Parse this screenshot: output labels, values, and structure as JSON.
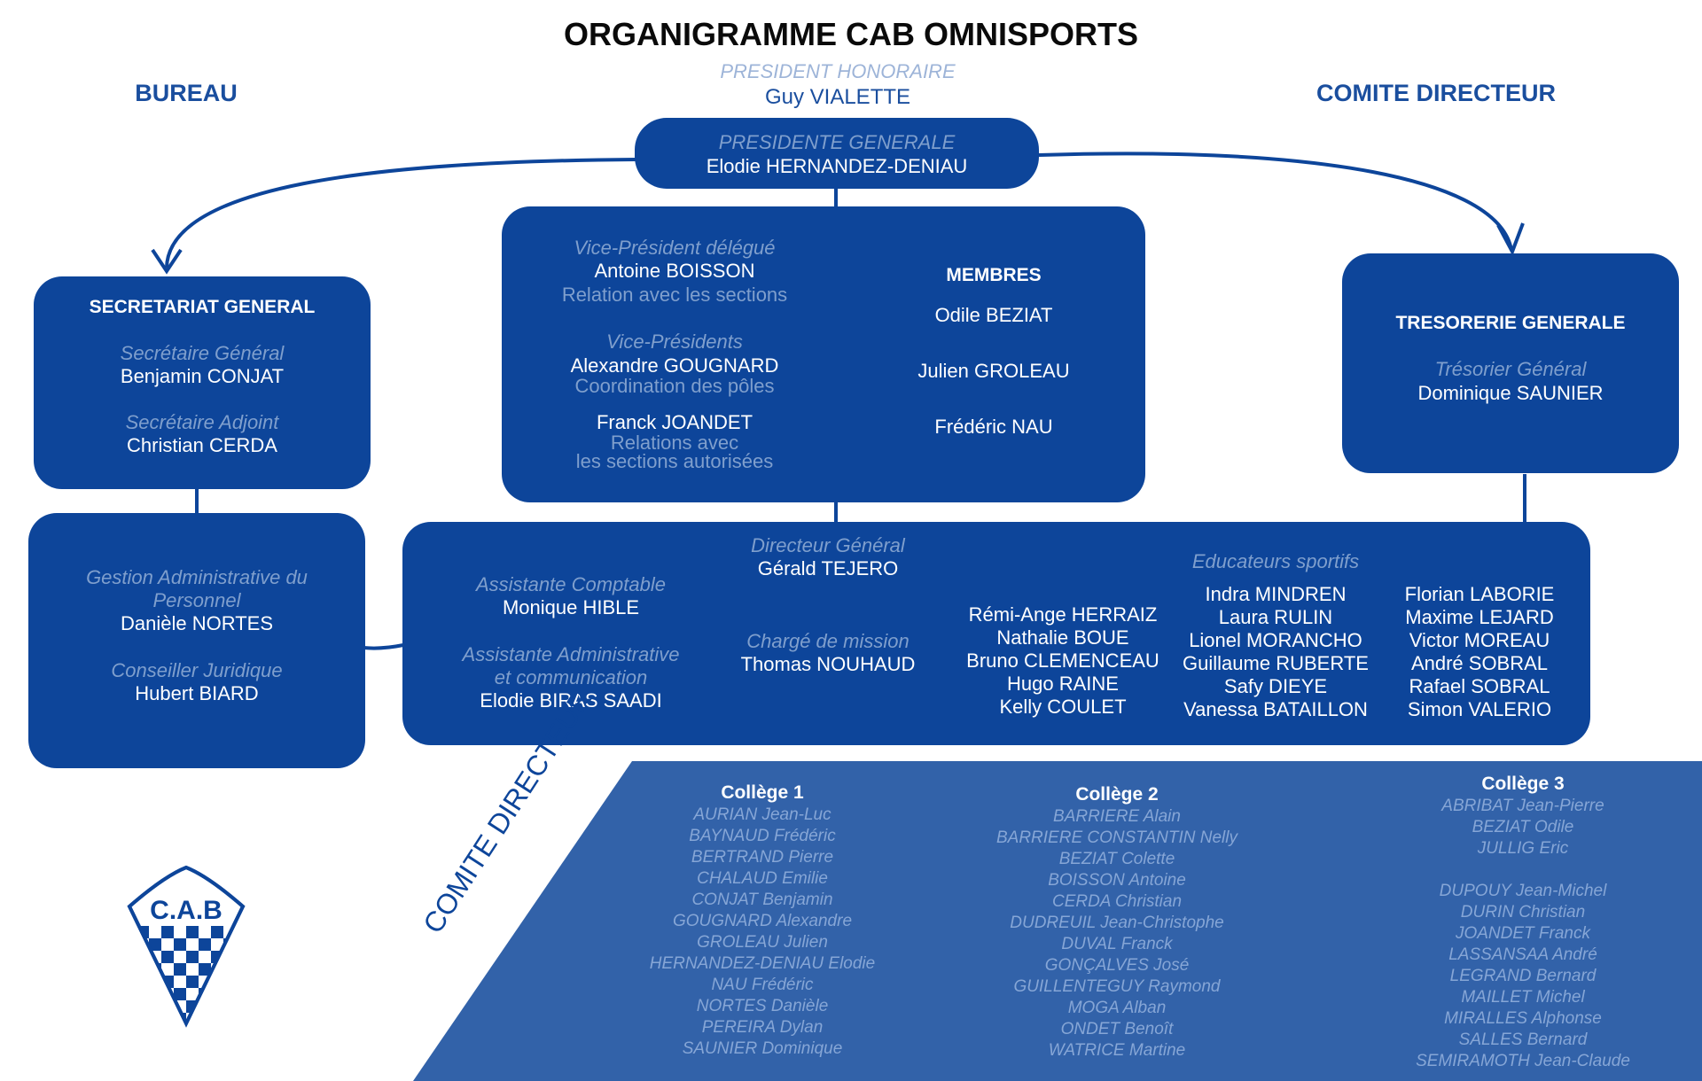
{
  "title": "ORGANIGRAMME CAB OMNISPORTS",
  "bureau_label": "BUREAU",
  "comite_label": "COMITE DIRECTEUR",
  "honorary": {
    "role": "PRESIDENT HONORAIRE",
    "name": "Guy VIALETTE"
  },
  "president": {
    "role": "PRESIDENTE GENERALE",
    "name": "Elodie HERNANDEZ-DENIAU"
  },
  "secretariat": {
    "title": "SECRETARIAT GENERAL",
    "role1": "Secrétaire Général",
    "name1": "Benjamin CONJAT",
    "role2": "Secrétaire Adjoint",
    "name2": "Christian CERDA"
  },
  "vice": {
    "role1": "Vice-Président délégué",
    "name1": "Antoine BOISSON",
    "sub1": "Relation avec les sections",
    "role2": "Vice-Présidents",
    "name2": "Alexandre GOUGNARD",
    "sub2": "Coordination des pôles",
    "name3": "Franck JOANDET",
    "sub3a": "Relations avec",
    "sub3b": "les sections autorisées",
    "members_title": "MEMBRES",
    "members": [
      "Odile BEZIAT",
      "Julien GROLEAU",
      "Frédéric NAU"
    ]
  },
  "tresorerie": {
    "title": "TRESORERIE GENERALE",
    "role": "Trésorier Général",
    "name": "Dominique SAUNIER"
  },
  "admin": {
    "role1a": "Gestion Administrative du",
    "role1b": "Personnel",
    "name1": "Danièle NORTES",
    "role2": "Conseiller Juridique",
    "name2": "Hubert BIARD"
  },
  "staff": {
    "compta_role": "Assistante Comptable",
    "compta_name": "Monique HIBLE",
    "admin_role_a": "Assistante Administrative",
    "admin_role_b": "et communication",
    "admin_name": "Elodie BIRAS SAADI",
    "dg_role": "Directeur Général",
    "dg_name": "Gérald TEJERO",
    "mission_role": "Chargé de mission",
    "mission_name": "Thomas NOUHAUD",
    "group1": [
      "Rémi-Ange HERRAIZ",
      "Nathalie BOUE",
      "Bruno CLEMENCEAU",
      "Hugo RAINE",
      "Kelly COULET"
    ],
    "educ_role": "Educateurs sportifs",
    "group2": [
      "Indra MINDREN",
      "Laura RULIN",
      "Lionel MORANCHO",
      "Guillaume RUBERTE",
      "Safy DIEYE",
      "Vanessa BATAILLON"
    ],
    "group3": [
      "Florian LABORIE",
      "Maxime LEJARD",
      "Victor MOREAU",
      "André SOBRAL",
      "Rafael SOBRAL",
      "Simon VALERIO"
    ]
  },
  "comite": {
    "label": "COMITE DIRECTEUR",
    "college1": {
      "title": "Collège 1",
      "members": [
        "AURIAN Jean-Luc",
        "BAYNAUD Frédéric",
        "BERTRAND Pierre",
        "CHALAUD Emilie",
        "CONJAT Benjamin",
        "GOUGNARD Alexandre",
        "GROLEAU Julien",
        "HERNANDEZ-DENIAU Elodie",
        "NAU Frédéric",
        "NORTES Danièle",
        "PEREIRA Dylan",
        "SAUNIER Dominique"
      ]
    },
    "college2": {
      "title": "Collège 2",
      "members": [
        "BARRIERE Alain",
        "BARRIERE CONSTANTIN Nelly",
        "BEZIAT Colette",
        "BOISSON Antoine",
        "CERDA Christian",
        "DUDREUIL Jean-Christophe",
        "DUVAL Franck",
        "GONÇALVES José",
        "GUILLENTEGUY Raymond",
        "MOGA Alban",
        "ONDET Benoît",
        "WATRICE Martine"
      ]
    },
    "college3": {
      "title": "Collège 3",
      "members": [
        "ABRIBAT Jean-Pierre",
        "BEZIAT Odile",
        "JULLIG Eric",
        "",
        "DUPOUY Jean-Michel",
        "DURIN Christian",
        "JOANDET Franck",
        "LASSANSAA André",
        "LEGRAND Bernard",
        "MAILLET Michel",
        "MIRALLES Alphonse",
        "SALLES Bernard",
        "SEMIRAMOTH Jean-Claude"
      ]
    }
  },
  "logo": {
    "text": "C.A.B"
  },
  "colors": {
    "primary": "#0d459a",
    "panel": "#3262a9",
    "accent": "#1a4e9e",
    "muted": "#7f9fcd"
  }
}
